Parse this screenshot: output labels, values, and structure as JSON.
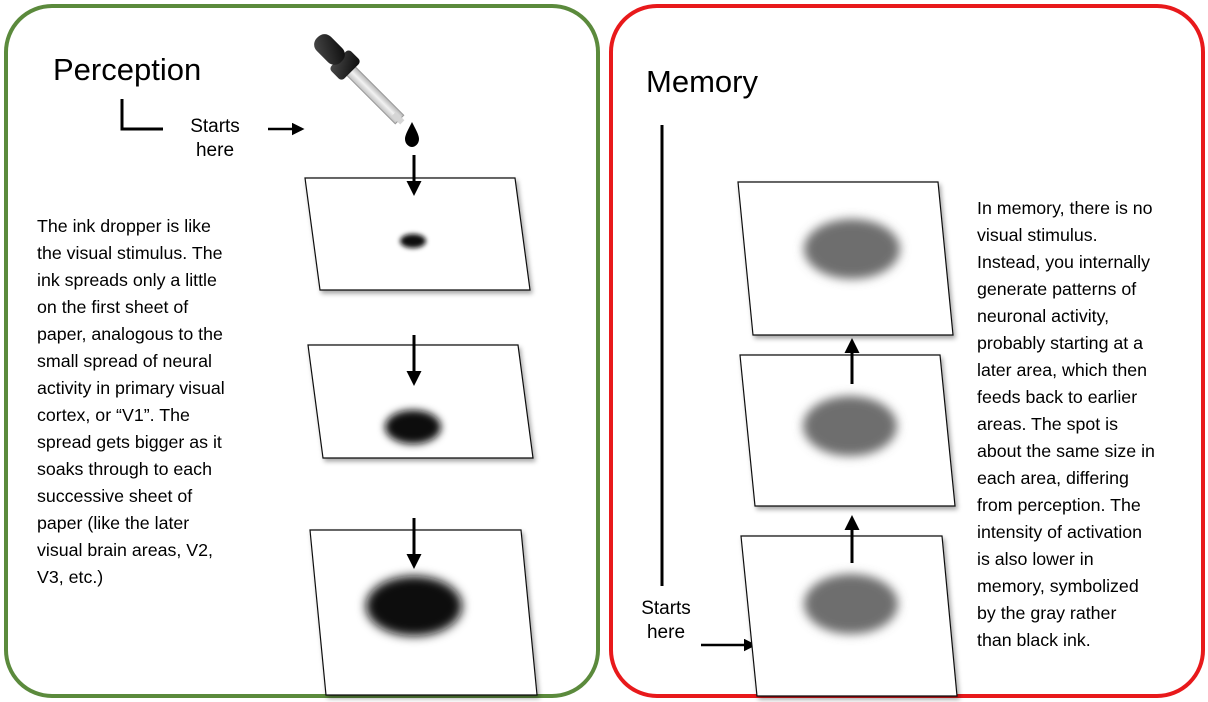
{
  "perception": {
    "title": "Perception",
    "starts_label": [
      "Starts",
      "here"
    ],
    "description": [
      "The ink dropper is like",
      "the visual stimulus. The",
      "ink spreads only a little",
      "on the first sheet of",
      "paper, analogous to the",
      "small spread of neural",
      "activity in primary visual",
      "cortex, or “V1”. The",
      "spread gets bigger as it",
      "soaks through to each",
      "successive sheet of",
      "paper (like the later",
      "visual brain areas, V2,",
      "V3, etc.)"
    ],
    "border_color": "#5b8a3c",
    "ink_color": "#111111"
  },
  "memory": {
    "title": "Memory",
    "starts_label": [
      "Starts",
      "here"
    ],
    "description": [
      "In memory, there is no",
      "visual stimulus.",
      "Instead, you internally",
      "generate patterns of",
      "neuronal activity,",
      "probably starting at a",
      "later area, which then",
      "feeds back to earlier",
      "areas. The spot is",
      "about the same size in",
      "each area, differing",
      "from perception. The",
      "intensity of activation",
      "is also lower in",
      "memory, symbolized",
      "by the gray rather",
      "than black ink."
    ],
    "border_color": "#e8191b",
    "ink_color": "#6e6e6e"
  }
}
